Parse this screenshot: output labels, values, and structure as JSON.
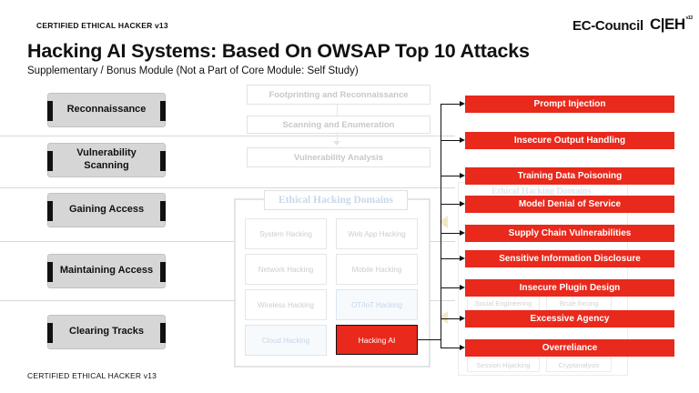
{
  "header": {
    "caption": "CERTIFIED ETHICAL HACKER v13",
    "logo_ec": "EC-Council",
    "logo_ceh": "C|EH",
    "logo_ceh_sup": "v13"
  },
  "title": "Hacking AI Systems: Based On OWSAP Top 10 Attacks",
  "subtitle": "Supplementary / Bonus Module (Not a Part of Core Module: Self Study)",
  "footer": {
    "caption": "CERTIFIED ETHICAL HACKER v13"
  },
  "phases": [
    "Reconnaissance",
    "Vulnerability Scanning",
    "Gaining Access",
    "Maintaining Access",
    "Clearing Tracks"
  ],
  "flow": {
    "steps": [
      "Footprinting and Reconnaissance",
      "Scanning and Enumeration",
      "Vulnerability Analysis"
    ],
    "domains_title": "Ethical Hacking Domains",
    "domains": [
      "System Hacking",
      "Web App Hacking",
      "Network Hacking",
      "Mobile Hacking",
      "Wireless Hacking",
      "OT/IoT Hacking",
      "Cloud Hacking"
    ],
    "highlight": "Hacking AI"
  },
  "ghost": {
    "title": "Ethical Hacking Domains",
    "items": [
      "Social Engineering",
      "Brute forcing",
      "Session Hijacking",
      "Cryptanalysis"
    ]
  },
  "attacks": [
    "Prompt Injection",
    "Insecure Output Handling",
    "Training Data Poisoning",
    "Model Denial of Service",
    "Supply Chain Vulnerabilities",
    "Sensitive Information Disclosure",
    "Insecure Plugin Design",
    "Excessive Agency",
    "Overreliance"
  ],
  "colors": {
    "accent_red": "#e8291c",
    "phase_gray": "#d6d6d6"
  }
}
